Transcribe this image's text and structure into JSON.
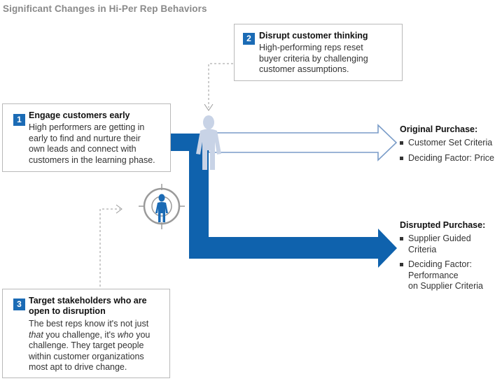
{
  "title": "Significant Changes in Hi-Per Rep Behaviors",
  "steps": [
    {
      "number": "1",
      "heading": "Engage customers early",
      "lines": [
        "High performers are getting in",
        "early to find and nurture their",
        "own leads and connect with",
        "customers in the learning phase."
      ]
    },
    {
      "number": "2",
      "heading": "Disrupt customer thinking",
      "lines": [
        "High-performing reps reset",
        "buyer criteria by challenging",
        "customer assumptions."
      ]
    },
    {
      "number": "3",
      "heading_lines": [
        "Target stakeholders who are",
        "open to disruption"
      ],
      "line1": "The best reps know it's not just",
      "line2_em1": "that",
      "line2_mid": " you challenge, it's ",
      "line2_em2": "who",
      "line2_end": " you",
      "lines_rest": [
        "challenge. They target people",
        "within customer organizations",
        "most apt to drive change."
      ]
    }
  ],
  "outcomes": {
    "original": {
      "title": "Original Purchase:",
      "items": [
        "Customer Set Criteria",
        "Deciding Factor: Price"
      ]
    },
    "disrupted": {
      "title": "Disrupted Purchase:",
      "items": [
        [
          "Supplier Guided",
          "Criteria"
        ],
        [
          "Deciding Factor:",
          "Performance",
          "on Supplier Criteria"
        ]
      ]
    }
  },
  "colors": {
    "blue_path": "#0f62ad",
    "person_light": "#c8d3e6",
    "person_dark": "#1b6bb5",
    "arrow_outline": "#7a9cc8",
    "target_ring": "#9a9a9a",
    "box_border": "#b9b9b9"
  }
}
